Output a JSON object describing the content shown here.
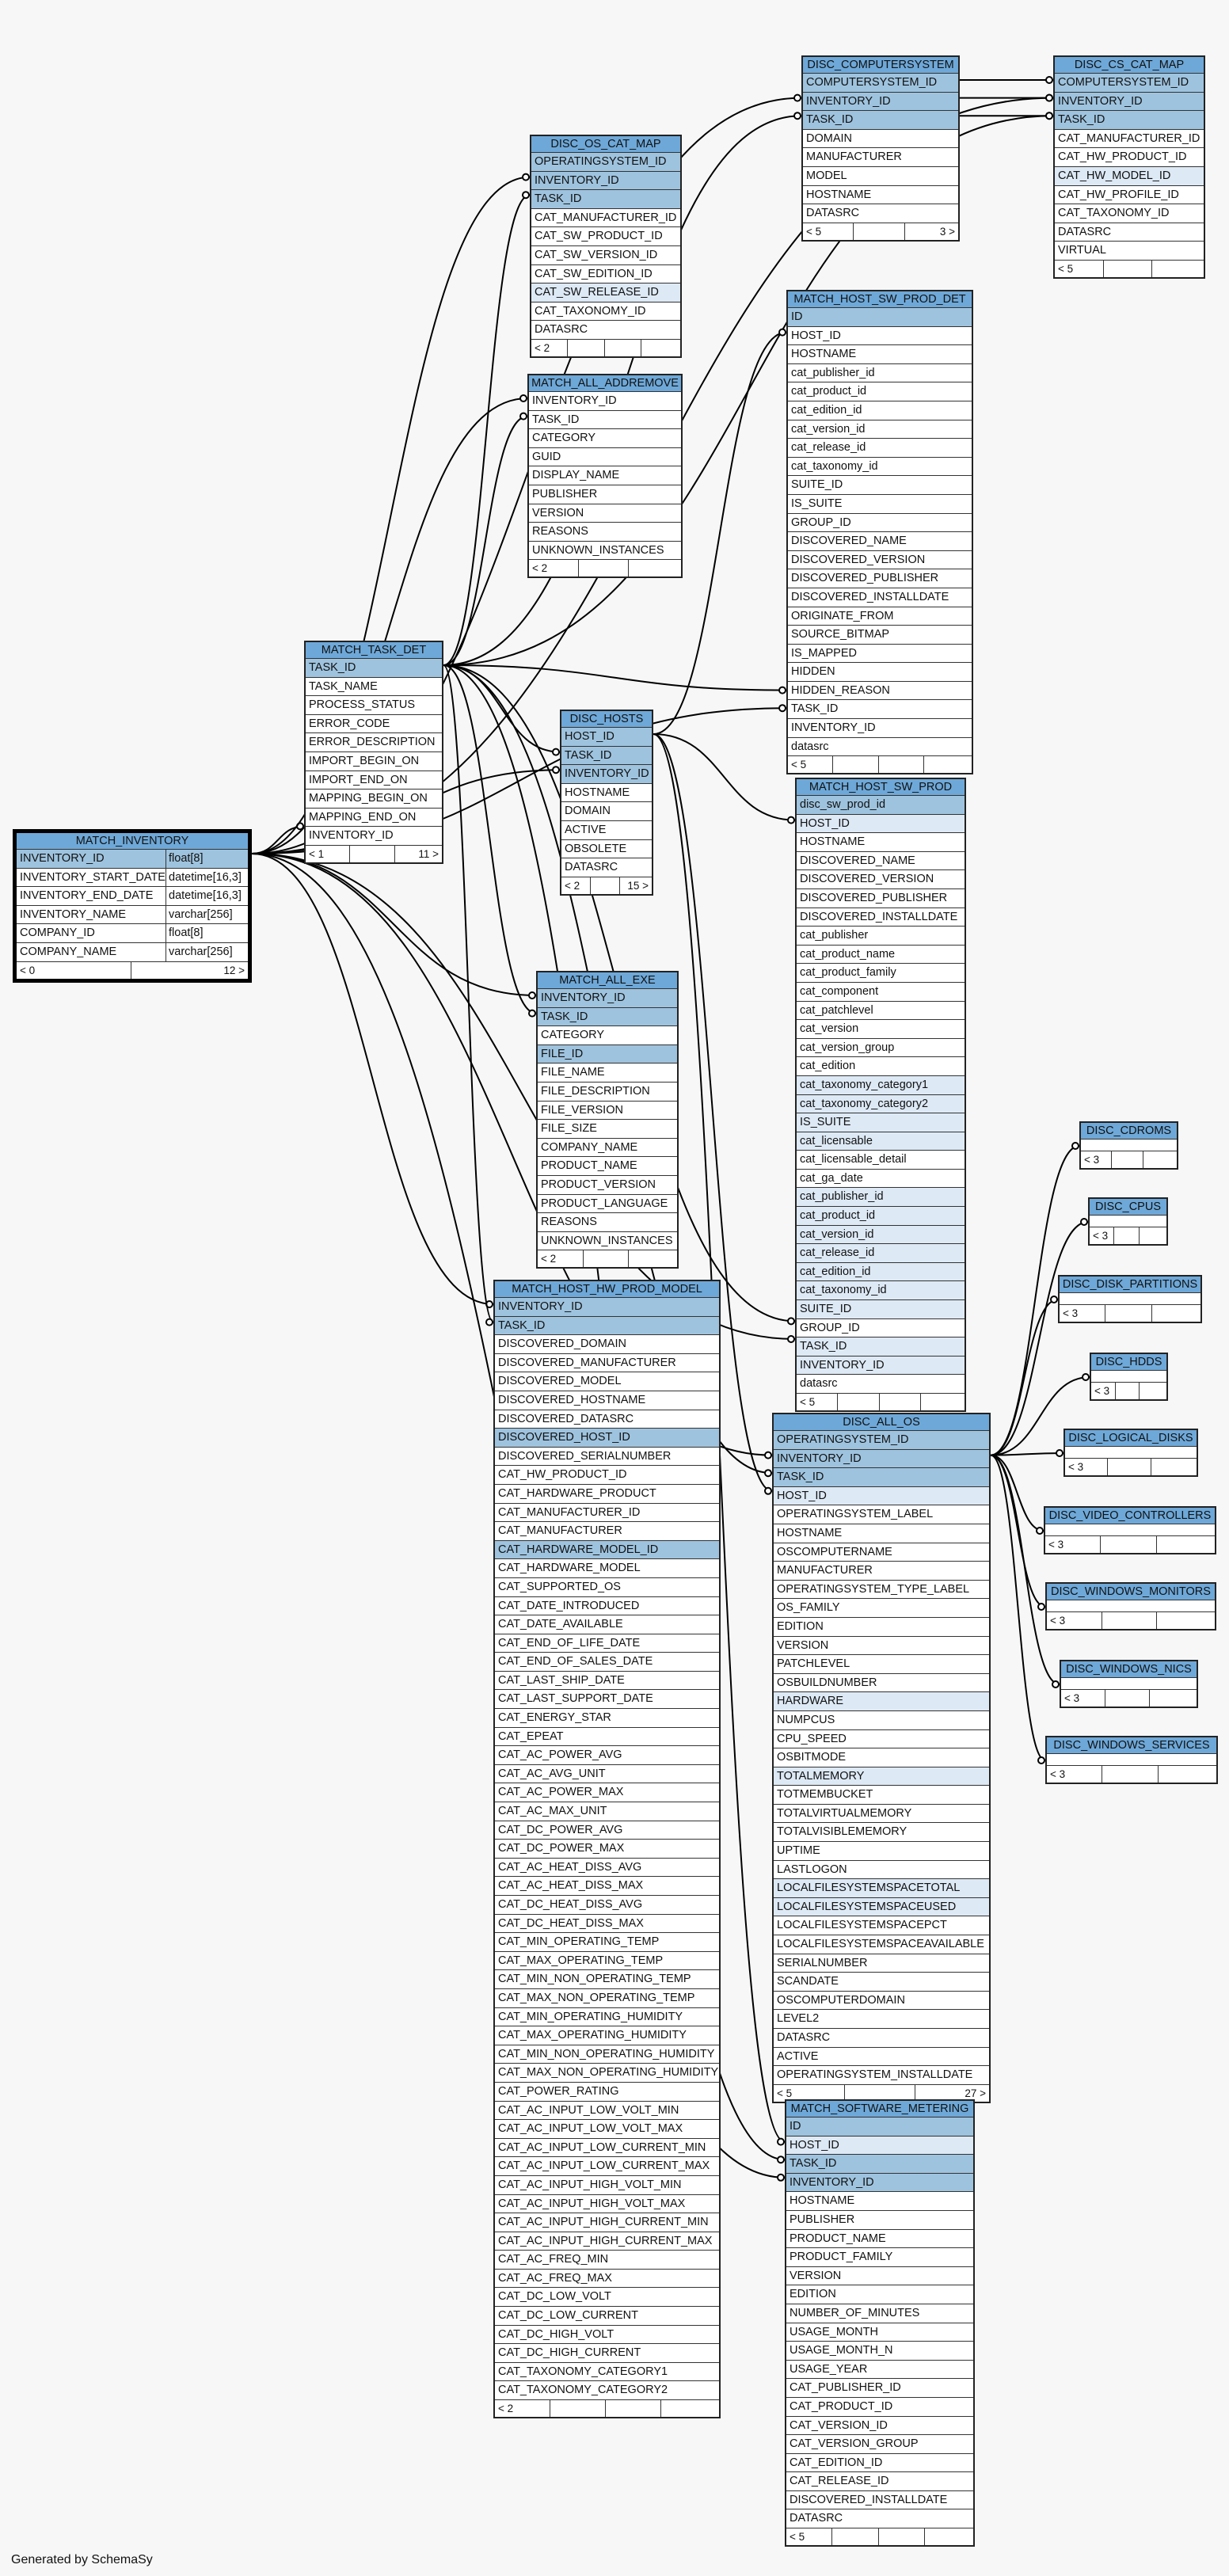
{
  "footer": "Generated by SchemaSy",
  "tables": [
    {
      "id": "match_inventory",
      "name": "MATCH_INVENTORY",
      "focus": true,
      "cols": [
        {
          "n": "INVENTORY_ID",
          "t": "float[8]",
          "k": "pk"
        },
        {
          "n": "INVENTORY_START_DATE",
          "t": "datetime[16,3]"
        },
        {
          "n": "INVENTORY_END_DATE",
          "t": "datetime[16,3]"
        },
        {
          "n": "INVENTORY_NAME",
          "t": "varchar[256]"
        },
        {
          "n": "COMPANY_ID",
          "t": "float[8]"
        },
        {
          "n": "COMPANY_NAME",
          "t": "varchar[256]"
        }
      ],
      "foot": [
        "< 0",
        "12 >"
      ]
    },
    {
      "id": "match_task_det",
      "name": "MATCH_TASK_DET",
      "cols": [
        {
          "n": "TASK_ID",
          "k": "pk"
        },
        {
          "n": "TASK_NAME"
        },
        {
          "n": "PROCESS_STATUS"
        },
        {
          "n": "ERROR_CODE"
        },
        {
          "n": "ERROR_DESCRIPTION"
        },
        {
          "n": "IMPORT_BEGIN_ON"
        },
        {
          "n": "IMPORT_END_ON"
        },
        {
          "n": "MAPPING_BEGIN_ON"
        },
        {
          "n": "MAPPING_END_ON"
        },
        {
          "n": "INVENTORY_ID"
        }
      ],
      "foot": [
        "< 1",
        "",
        "11 >"
      ]
    },
    {
      "id": "disc_os_cat_map",
      "name": "DISC_OS_CAT_MAP",
      "cols": [
        {
          "n": "OPERATINGSYSTEM_ID",
          "k": "pk"
        },
        {
          "n": "INVENTORY_ID",
          "k": "pk"
        },
        {
          "n": "TASK_ID",
          "k": "pk"
        },
        {
          "n": "CAT_MANUFACTURER_ID"
        },
        {
          "n": "CAT_SW_PRODUCT_ID"
        },
        {
          "n": "CAT_SW_VERSION_ID"
        },
        {
          "n": "CAT_SW_EDITION_ID"
        },
        {
          "n": "CAT_SW_RELEASE_ID",
          "k": "fk"
        },
        {
          "n": "CAT_TAXONOMY_ID"
        },
        {
          "n": "DATASRC"
        }
      ],
      "foot": [
        "< 2",
        "",
        "",
        ""
      ]
    },
    {
      "id": "match_all_addremove",
      "name": "MATCH_ALL_ADDREMOVE",
      "cols": [
        {
          "n": "INVENTORY_ID"
        },
        {
          "n": "TASK_ID"
        },
        {
          "n": "CATEGORY"
        },
        {
          "n": "GUID"
        },
        {
          "n": "DISPLAY_NAME"
        },
        {
          "n": "PUBLISHER"
        },
        {
          "n": "VERSION"
        },
        {
          "n": "REASONS"
        },
        {
          "n": "UNKNOWN_INSTANCES"
        }
      ],
      "foot": [
        "< 2",
        "",
        ""
      ]
    },
    {
      "id": "disc_hosts",
      "name": "DISC_HOSTS",
      "cols": [
        {
          "n": "HOST_ID",
          "k": "pk"
        },
        {
          "n": "TASK_ID",
          "k": "pk"
        },
        {
          "n": "INVENTORY_ID",
          "k": "pk"
        },
        {
          "n": "HOSTNAME"
        },
        {
          "n": "DOMAIN"
        },
        {
          "n": "ACTIVE"
        },
        {
          "n": "OBSOLETE"
        },
        {
          "n": "DATASRC"
        }
      ],
      "foot": [
        "< 2",
        "",
        "15 >"
      ]
    },
    {
      "id": "match_all_exe",
      "name": "MATCH_ALL_EXE",
      "cols": [
        {
          "n": "INVENTORY_ID",
          "k": "pk"
        },
        {
          "n": "TASK_ID",
          "k": "pk"
        },
        {
          "n": "CATEGORY"
        },
        {
          "n": "FILE_ID",
          "k": "pk"
        },
        {
          "n": "FILE_NAME"
        },
        {
          "n": "FILE_DESCRIPTION"
        },
        {
          "n": "FILE_VERSION"
        },
        {
          "n": "FILE_SIZE"
        },
        {
          "n": "COMPANY_NAME"
        },
        {
          "n": "PRODUCT_NAME"
        },
        {
          "n": "PRODUCT_VERSION"
        },
        {
          "n": "PRODUCT_LANGUAGE"
        },
        {
          "n": "REASONS"
        },
        {
          "n": "UNKNOWN_INSTANCES"
        }
      ],
      "foot": [
        "< 2",
        "",
        ""
      ]
    },
    {
      "id": "match_host_hw_prod_model",
      "name": "MATCH_HOST_HW_PROD_MODEL",
      "cols": [
        {
          "n": "INVENTORY_ID",
          "k": "pk"
        },
        {
          "n": "TASK_ID",
          "k": "pk"
        },
        {
          "n": "DISCOVERED_DOMAIN"
        },
        {
          "n": "DISCOVERED_MANUFACTURER"
        },
        {
          "n": "DISCOVERED_MODEL"
        },
        {
          "n": "DISCOVERED_HOSTNAME"
        },
        {
          "n": "DISCOVERED_DATASRC"
        },
        {
          "n": "DISCOVERED_HOST_ID",
          "k": "pk"
        },
        {
          "n": "DISCOVERED_SERIALNUMBER"
        },
        {
          "n": "CAT_HW_PRODUCT_ID"
        },
        {
          "n": "CAT_HARDWARE_PRODUCT"
        },
        {
          "n": "CAT_MANUFACTURER_ID"
        },
        {
          "n": "CAT_MANUFACTURER"
        },
        {
          "n": "CAT_HARDWARE_MODEL_ID",
          "k": "pk"
        },
        {
          "n": "CAT_HARDWARE_MODEL"
        },
        {
          "n": "CAT_SUPPORTED_OS"
        },
        {
          "n": "CAT_DATE_INTRODUCED"
        },
        {
          "n": "CAT_DATE_AVAILABLE"
        },
        {
          "n": "CAT_END_OF_LIFE_DATE"
        },
        {
          "n": "CAT_END_OF_SALES_DATE"
        },
        {
          "n": "CAT_LAST_SHIP_DATE"
        },
        {
          "n": "CAT_LAST_SUPPORT_DATE"
        },
        {
          "n": "CAT_ENERGY_STAR"
        },
        {
          "n": "CAT_EPEAT"
        },
        {
          "n": "CAT_AC_POWER_AVG"
        },
        {
          "n": "CAT_AC_AVG_UNIT"
        },
        {
          "n": "CAT_AC_POWER_MAX"
        },
        {
          "n": "CAT_AC_MAX_UNIT"
        },
        {
          "n": "CAT_DC_POWER_AVG"
        },
        {
          "n": "CAT_DC_POWER_MAX"
        },
        {
          "n": "CAT_AC_HEAT_DISS_AVG"
        },
        {
          "n": "CAT_AC_HEAT_DISS_MAX"
        },
        {
          "n": "CAT_DC_HEAT_DISS_AVG"
        },
        {
          "n": "CAT_DC_HEAT_DISS_MAX"
        },
        {
          "n": "CAT_MIN_OPERATING_TEMP"
        },
        {
          "n": "CAT_MAX_OPERATING_TEMP"
        },
        {
          "n": "CAT_MIN_NON_OPERATING_TEMP"
        },
        {
          "n": "CAT_MAX_NON_OPERATING_TEMP"
        },
        {
          "n": "CAT_MIN_OPERATING_HUMIDITY"
        },
        {
          "n": "CAT_MAX_OPERATING_HUMIDITY"
        },
        {
          "n": "CAT_MIN_NON_OPERATING_HUMIDITY"
        },
        {
          "n": "CAT_MAX_NON_OPERATING_HUMIDITY"
        },
        {
          "n": "CAT_POWER_RATING"
        },
        {
          "n": "CAT_AC_INPUT_LOW_VOLT_MIN"
        },
        {
          "n": "CAT_AC_INPUT_LOW_VOLT_MAX"
        },
        {
          "n": "CAT_AC_INPUT_LOW_CURRENT_MIN"
        },
        {
          "n": "CAT_AC_INPUT_LOW_CURRENT_MAX"
        },
        {
          "n": "CAT_AC_INPUT_HIGH_VOLT_MIN"
        },
        {
          "n": "CAT_AC_INPUT_HIGH_VOLT_MAX"
        },
        {
          "n": "CAT_AC_INPUT_HIGH_CURRENT_MIN"
        },
        {
          "n": "CAT_AC_INPUT_HIGH_CURRENT_MAX"
        },
        {
          "n": "CAT_AC_FREQ_MIN"
        },
        {
          "n": "CAT_AC_FREQ_MAX"
        },
        {
          "n": "CAT_DC_LOW_VOLT"
        },
        {
          "n": "CAT_DC_LOW_CURRENT"
        },
        {
          "n": "CAT_DC_HIGH_VOLT"
        },
        {
          "n": "CAT_DC_HIGH_CURRENT"
        },
        {
          "n": "CAT_TAXONOMY_CATEGORY1"
        },
        {
          "n": "CAT_TAXONOMY_CATEGORY2"
        }
      ],
      "foot": [
        "< 2",
        "",
        "",
        ""
      ]
    },
    {
      "id": "disc_computersystem",
      "name": "DISC_COMPUTERSYSTEM",
      "cols": [
        {
          "n": "COMPUTERSYSTEM_ID",
          "k": "pk"
        },
        {
          "n": "INVENTORY_ID",
          "k": "pk"
        },
        {
          "n": "TASK_ID",
          "k": "pk"
        },
        {
          "n": "DOMAIN"
        },
        {
          "n": "MANUFACTURER"
        },
        {
          "n": "MODEL"
        },
        {
          "n": "HOSTNAME"
        },
        {
          "n": "DATASRC"
        }
      ],
      "foot": [
        "< 5",
        "",
        "3 >"
      ]
    },
    {
      "id": "disc_cs_cat_map",
      "name": "DISC_CS_CAT_MAP",
      "cols": [
        {
          "n": "COMPUTERSYSTEM_ID",
          "k": "pk"
        },
        {
          "n": "INVENTORY_ID",
          "k": "pk"
        },
        {
          "n": "TASK_ID",
          "k": "pk"
        },
        {
          "n": "CAT_MANUFACTURER_ID"
        },
        {
          "n": "CAT_HW_PRODUCT_ID"
        },
        {
          "n": "CAT_HW_MODEL_ID",
          "k": "fk"
        },
        {
          "n": "CAT_HW_PROFILE_ID"
        },
        {
          "n": "CAT_TAXONOMY_ID"
        },
        {
          "n": "DATASRC"
        },
        {
          "n": "VIRTUAL"
        }
      ],
      "foot": [
        "< 5",
        "",
        ""
      ]
    },
    {
      "id": "match_host_sw_prod_det",
      "name": "MATCH_HOST_SW_PROD_DET",
      "cols": [
        {
          "n": "ID",
          "k": "pk"
        },
        {
          "n": "HOST_ID"
        },
        {
          "n": "HOSTNAME"
        },
        {
          "n": "cat_publisher_id"
        },
        {
          "n": "cat_product_id"
        },
        {
          "n": "cat_edition_id"
        },
        {
          "n": "cat_version_id"
        },
        {
          "n": "cat_release_id"
        },
        {
          "n": "cat_taxonomy_id"
        },
        {
          "n": "SUITE_ID"
        },
        {
          "n": "IS_SUITE"
        },
        {
          "n": "GROUP_ID"
        },
        {
          "n": "DISCOVERED_NAME"
        },
        {
          "n": "DISCOVERED_VERSION"
        },
        {
          "n": "DISCOVERED_PUBLISHER"
        },
        {
          "n": "DISCOVERED_INSTALLDATE"
        },
        {
          "n": "ORIGINATE_FROM"
        },
        {
          "n": "SOURCE_BITMAP"
        },
        {
          "n": "IS_MAPPED"
        },
        {
          "n": "HIDDEN"
        },
        {
          "n": "HIDDEN_REASON"
        },
        {
          "n": "TASK_ID"
        },
        {
          "n": "INVENTORY_ID"
        },
        {
          "n": "datasrc"
        }
      ],
      "foot": [
        "< 5",
        "",
        "",
        ""
      ]
    },
    {
      "id": "match_host_sw_prod",
      "name": "MATCH_HOST_SW_PROD",
      "cols": [
        {
          "n": "disc_sw_prod_id",
          "k": "pk"
        },
        {
          "n": "HOST_ID",
          "k": "fk"
        },
        {
          "n": "HOSTNAME"
        },
        {
          "n": "DISCOVERED_NAME"
        },
        {
          "n": "DISCOVERED_VERSION"
        },
        {
          "n": "DISCOVERED_PUBLISHER"
        },
        {
          "n": "DISCOVERED_INSTALLDATE"
        },
        {
          "n": "cat_publisher"
        },
        {
          "n": "cat_product_name"
        },
        {
          "n": "cat_product_family"
        },
        {
          "n": "cat_component"
        },
        {
          "n": "cat_patchlevel"
        },
        {
          "n": "cat_version"
        },
        {
          "n": "cat_version_group"
        },
        {
          "n": "cat_edition"
        },
        {
          "n": "cat_taxonomy_category1",
          "k": "fk"
        },
        {
          "n": "cat_taxonomy_category2",
          "k": "fk"
        },
        {
          "n": "IS_SUITE",
          "k": "fk"
        },
        {
          "n": "cat_licensable",
          "k": "fk"
        },
        {
          "n": "cat_licensable_detail"
        },
        {
          "n": "cat_ga_date"
        },
        {
          "n": "cat_publisher_id",
          "k": "fk"
        },
        {
          "n": "cat_product_id",
          "k": "fk"
        },
        {
          "n": "cat_version_id",
          "k": "fk"
        },
        {
          "n": "cat_release_id",
          "k": "fk"
        },
        {
          "n": "cat_edition_id",
          "k": "fk"
        },
        {
          "n": "cat_taxonomy_id",
          "k": "fk"
        },
        {
          "n": "SUITE_ID",
          "k": "fk"
        },
        {
          "n": "GROUP_ID"
        },
        {
          "n": "TASK_ID",
          "k": "fk"
        },
        {
          "n": "INVENTORY_ID",
          "k": "fk"
        },
        {
          "n": "datasrc"
        }
      ],
      "foot": [
        "< 5",
        "",
        "",
        ""
      ]
    },
    {
      "id": "disc_all_os",
      "name": "DISC_ALL_OS",
      "cols": [
        {
          "n": "OPERATINGSYSTEM_ID",
          "k": "pk"
        },
        {
          "n": "INVENTORY_ID",
          "k": "pk"
        },
        {
          "n": "TASK_ID",
          "k": "pk"
        },
        {
          "n": "HOST_ID",
          "k": "fk"
        },
        {
          "n": "OPERATINGSYSTEM_LABEL"
        },
        {
          "n": "HOSTNAME"
        },
        {
          "n": "OSCOMPUTERNAME"
        },
        {
          "n": "MANUFACTURER"
        },
        {
          "n": "OPERATINGSYSTEM_TYPE_LABEL"
        },
        {
          "n": "OS_FAMILY"
        },
        {
          "n": "EDITION"
        },
        {
          "n": "VERSION"
        },
        {
          "n": "PATCHLEVEL"
        },
        {
          "n": "OSBUILDNUMBER"
        },
        {
          "n": "HARDWARE",
          "k": "fk"
        },
        {
          "n": "NUMPCUS"
        },
        {
          "n": "CPU_SPEED"
        },
        {
          "n": "OSBITMODE"
        },
        {
          "n": "TOTALMEMORY",
          "k": "fk"
        },
        {
          "n": "TOTMEMBUCKET"
        },
        {
          "n": "TOTALVIRTUALMEMORY"
        },
        {
          "n": "TOTALVISIBLEMEMORY"
        },
        {
          "n": "UPTIME"
        },
        {
          "n": "LASTLOGON"
        },
        {
          "n": "LOCALFILESYSTEMSPACETOTAL",
          "k": "fk"
        },
        {
          "n": "LOCALFILESYSTEMSPACEUSED",
          "k": "fk"
        },
        {
          "n": "LOCALFILESYSTEMSPACEPCT"
        },
        {
          "n": "LOCALFILESYSTEMSPACEAVAILABLE"
        },
        {
          "n": "SERIALNUMBER"
        },
        {
          "n": "SCANDATE"
        },
        {
          "n": "OSCOMPUTERDOMAIN"
        },
        {
          "n": "LEVEL2"
        },
        {
          "n": "DATASRC"
        },
        {
          "n": "ACTIVE"
        },
        {
          "n": "OPERATINGSYSTEM_INSTALLDATE"
        }
      ],
      "foot": [
        "< 5",
        "",
        "27 >"
      ]
    },
    {
      "id": "match_software_metering",
      "name": "MATCH_SOFTWARE_METERING",
      "cols": [
        {
          "n": "ID",
          "k": "pk"
        },
        {
          "n": "HOST_ID",
          "k": "fk"
        },
        {
          "n": "TASK_ID",
          "k": "pk"
        },
        {
          "n": "INVENTORY_ID",
          "k": "pk"
        },
        {
          "n": "HOSTNAME"
        },
        {
          "n": "PUBLISHER"
        },
        {
          "n": "PRODUCT_NAME"
        },
        {
          "n": "PRODUCT_FAMILY"
        },
        {
          "n": "VERSION"
        },
        {
          "n": "EDITION"
        },
        {
          "n": "NUMBER_OF_MINUTES"
        },
        {
          "n": "USAGE_MONTH"
        },
        {
          "n": "USAGE_MONTH_N"
        },
        {
          "n": "USAGE_YEAR"
        },
        {
          "n": "CAT_PUBLISHER_ID"
        },
        {
          "n": "CAT_PRODUCT_ID"
        },
        {
          "n": "CAT_VERSION_ID"
        },
        {
          "n": "CAT_VERSION_GROUP"
        },
        {
          "n": "CAT_EDITION_ID"
        },
        {
          "n": "CAT_RELEASE_ID"
        },
        {
          "n": "DISCOVERED_INSTALLDATE"
        },
        {
          "n": "DATASRC"
        }
      ],
      "foot": [
        "< 5",
        "",
        "",
        ""
      ]
    },
    {
      "id": "disc_cdroms",
      "name": "DISC_CDROMS",
      "cols": [],
      "foot": [
        "< 3",
        "",
        ""
      ]
    },
    {
      "id": "disc_cpus",
      "name": "DISC_CPUS",
      "cols": [],
      "foot": [
        "< 3",
        "",
        ""
      ]
    },
    {
      "id": "disc_disk_partitions",
      "name": "DISC_DISK_PARTITIONS",
      "cols": [],
      "foot": [
        "< 3",
        "",
        ""
      ]
    },
    {
      "id": "disc_hdds",
      "name": "DISC_HDDS",
      "cols": [],
      "foot": [
        "< 3",
        "",
        ""
      ]
    },
    {
      "id": "disc_logical_disks",
      "name": "DISC_LOGICAL_DISKS",
      "cols": [],
      "foot": [
        "< 3",
        "",
        ""
      ]
    },
    {
      "id": "disc_video_controllers",
      "name": "DISC_VIDEO_CONTROLLERS",
      "cols": [],
      "foot": [
        "< 3",
        "",
        ""
      ]
    },
    {
      "id": "disc_windows_monitors",
      "name": "DISC_WINDOWS_MONITORS",
      "cols": [],
      "foot": [
        "< 3",
        "",
        ""
      ]
    },
    {
      "id": "disc_windows_nics",
      "name": "DISC_WINDOWS_NICS",
      "cols": [],
      "foot": [
        "< 3",
        "",
        ""
      ]
    },
    {
      "id": "disc_windows_services",
      "name": "DISC_WINDOWS_SERVICES",
      "cols": [],
      "foot": [
        "< 3",
        "",
        ""
      ]
    }
  ]
}
